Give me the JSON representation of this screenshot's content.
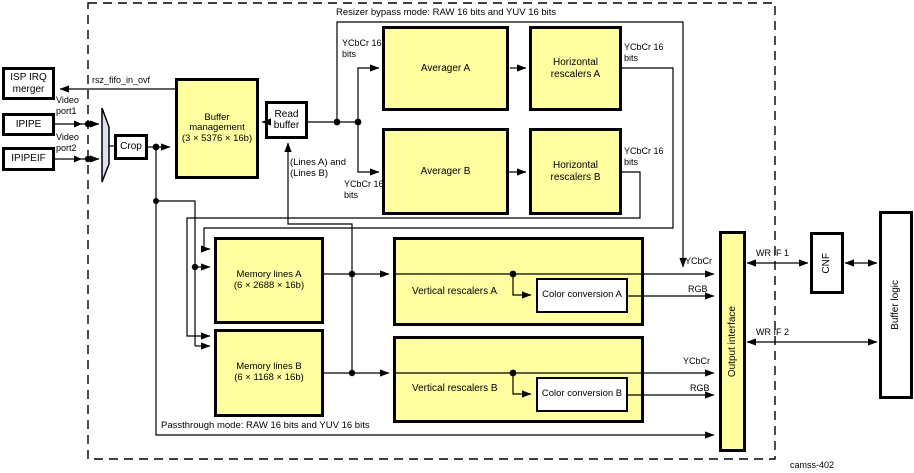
{
  "figure": {
    "tag": "camss-402"
  },
  "modes": {
    "bypass": "Resizer bypass mode: RAW 16 bits and YUV 16 bits",
    "passthrough": "Passthrough mode: RAW 16 bits and YUV 16 bits"
  },
  "blocks": {
    "isp_irq_merger": {
      "label": "ISP IRQ merger"
    },
    "ipipe": {
      "label": "IPIPE"
    },
    "ipipeif": {
      "label": "IPIPEIF"
    },
    "crop": {
      "label": "Crop"
    },
    "buffer_management": {
      "name": "Buffer management",
      "dims": "(3 × 5376 × 16b)"
    },
    "read_buffer": {
      "label": "Read buffer"
    },
    "averager_a": {
      "label": "Averager A"
    },
    "h_rescalers_a": {
      "label": "Horizontal rescalers A"
    },
    "averager_b": {
      "label": "Averager B"
    },
    "h_rescalers_b": {
      "label": "Horizontal rescalers B"
    },
    "memory_lines_a": {
      "name": "Memory lines A",
      "dims": "(6 × 2688 × 16b)"
    },
    "memory_lines_b": {
      "name": "Memory lines B",
      "dims": "(6 × 1168 × 16b)"
    },
    "v_rescalers_a": {
      "label": "Vertical rescalers A"
    },
    "color_conversion_a": {
      "label": "Color conversion A"
    },
    "v_rescalers_b": {
      "label": "Vertical rescalers B"
    },
    "color_conversion_b": {
      "label": "Color conversion B"
    },
    "output_interface": {
      "label": "Output interface"
    },
    "cnf": {
      "label": "CNF"
    },
    "buffer_logic": {
      "label": "Buffer logic"
    }
  },
  "signals": {
    "rsz_fifo_in_ovf": "rsz_fifo_in_ovf",
    "video_port1": "Video port1",
    "video_port2": "Video port2",
    "lines_ab": "(Lines A) and (Lines B)",
    "ycbcr_16bits": "YCbCr 16 bits",
    "ycbcr": "YCbCr",
    "rgb": "RGB",
    "wr_if_1": "WR IF 1",
    "wr_if_2": "WR IF 2"
  },
  "colors": {
    "block_fill": "#ffffa1",
    "mux_fill": "#dde1f2",
    "line": "#000000"
  }
}
